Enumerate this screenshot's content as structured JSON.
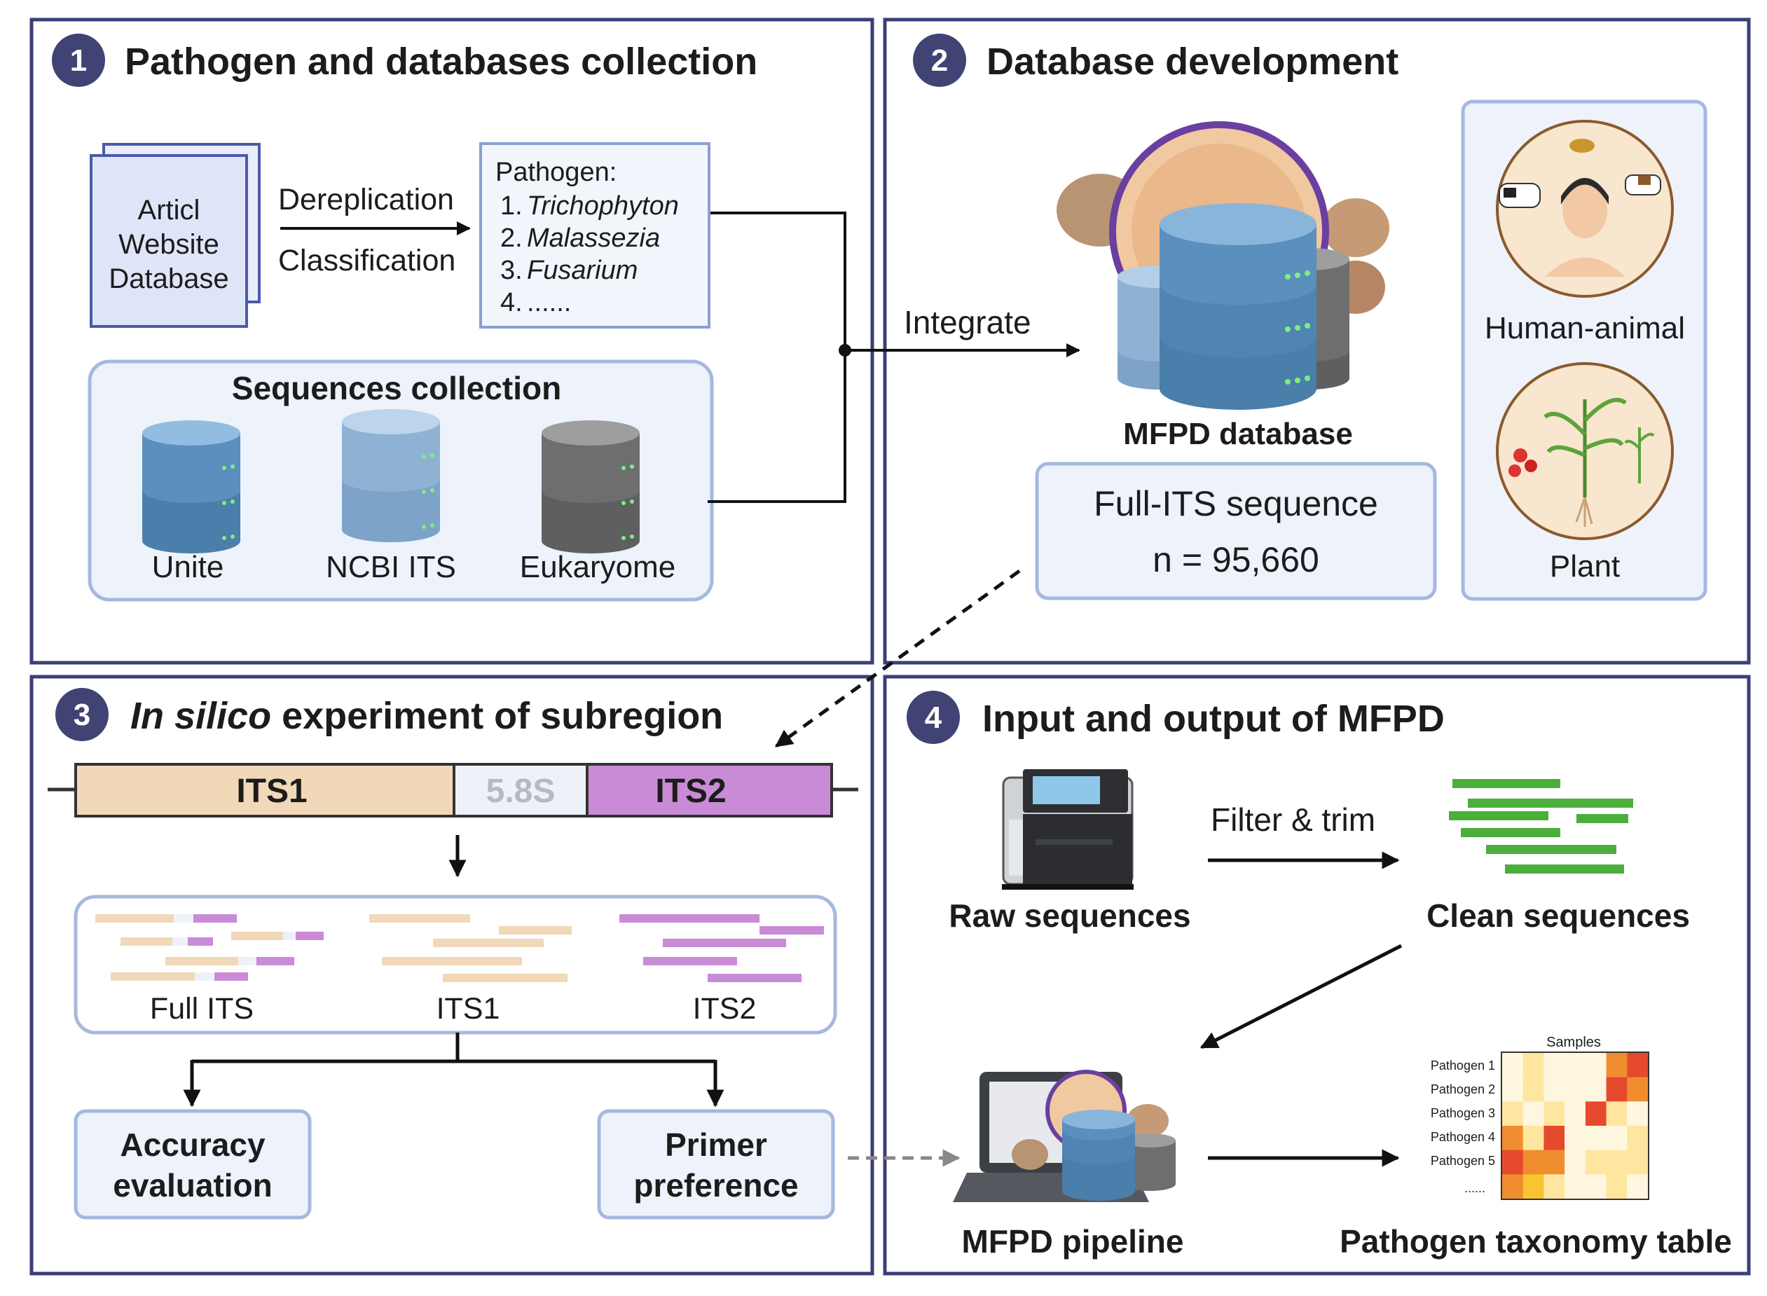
{
  "colors": {
    "panel_border": "#3b3f78",
    "badge": "#414374",
    "box_fill": "#edf2fb",
    "box_border": "#a5b8df",
    "its1": "#f1d8b8",
    "its2": "#c98bd6",
    "s58": "#eef2f8",
    "green": "#4caf3c",
    "db_blue": "#5b8fbd",
    "db_light": "#90b3d6",
    "db_gray": "#7a7a7a"
  },
  "panel1": {
    "badge": "1",
    "title": "Pathogen and databases collection",
    "source": {
      "line1": "Articl",
      "line2": "Website",
      "line3": "Database"
    },
    "arrow_top": "Dereplication",
    "arrow_bottom": "Classification",
    "pathogen_list": {
      "header": "Pathogen:",
      "items": [
        {
          "num": "1.",
          "name": "Trichophyton"
        },
        {
          "num": "2.",
          "name": "Malassezia"
        },
        {
          "num": "3.",
          "name": "Fusarium"
        },
        {
          "num": "4.",
          "name": "......"
        }
      ]
    },
    "sequences": {
      "title": "Sequences collection",
      "databases": [
        "Unite",
        "NCBI ITS",
        "Eukaryome"
      ]
    }
  },
  "panel2": {
    "badge": "2",
    "title": "Database development",
    "integrate": "Integrate",
    "db_label": "MFPD database",
    "full_its": {
      "line1": "Full-ITS sequence",
      "line2": "n = 95,660"
    },
    "hosts": [
      "Human-animal",
      "Plant"
    ]
  },
  "panel3": {
    "badge": "3",
    "title_italic": "In silico",
    "title_rest": " experiment of subregion",
    "segments": [
      "ITS1",
      "5.8S",
      "ITS2"
    ],
    "reads_labels": [
      "Full ITS",
      "ITS1",
      "ITS2"
    ],
    "outputs": [
      {
        "line1": "Accuracy",
        "line2": "evaluation"
      },
      {
        "line1": "Primer",
        "line2": "preference"
      }
    ]
  },
  "panel4": {
    "badge": "4",
    "title": "Input and output of MFPD",
    "filter": "Filter & trim",
    "raw": "Raw sequences",
    "clean": "Clean sequences",
    "pipeline": "MFPD pipeline",
    "table_label": "Pathogen taxonomy table",
    "heatmap": {
      "title": "Samples",
      "rows": [
        "Pathogen 1",
        "Pathogen 2",
        "Pathogen 3",
        "Pathogen 4",
        "Pathogen 5",
        "......"
      ]
    }
  }
}
